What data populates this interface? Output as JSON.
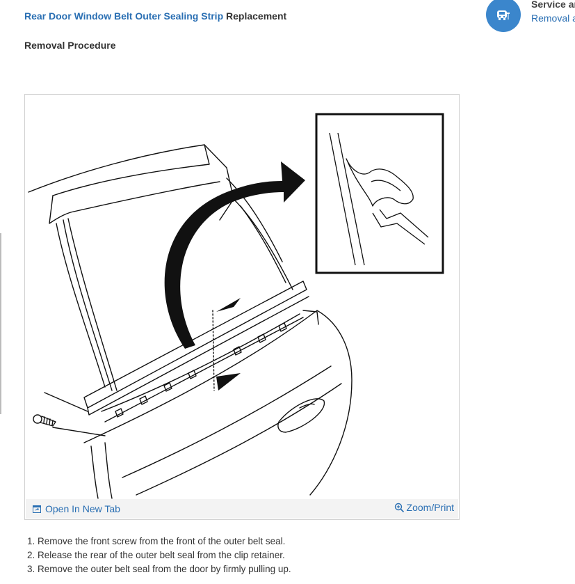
{
  "header": {
    "title_link": "Rear Door Window Belt Outer Sealing Strip",
    "title_rest": " Replacement",
    "subtitle": "Removal Procedure"
  },
  "sidebar": {
    "icon": "car-service-icon",
    "heading": "Service ar",
    "link": "Removal a"
  },
  "figure": {
    "open_tab_label": "Open In New Tab",
    "zoom_label": "Zoom/Print",
    "open_tab_icon": "open-new-tab-icon",
    "zoom_icon": "zoom-in-icon"
  },
  "steps": [
    "1. Remove the front screw from the front of the outer belt seal.",
    "2. Release the rear of the outer belt seal from the clip retainer.",
    "3. Remove the outer belt seal from the door by firmly pulling up."
  ],
  "colors": {
    "link": "#2a6fb3",
    "accent_circle": "#3b86cc",
    "bar_bg": "#f3f3f3"
  }
}
